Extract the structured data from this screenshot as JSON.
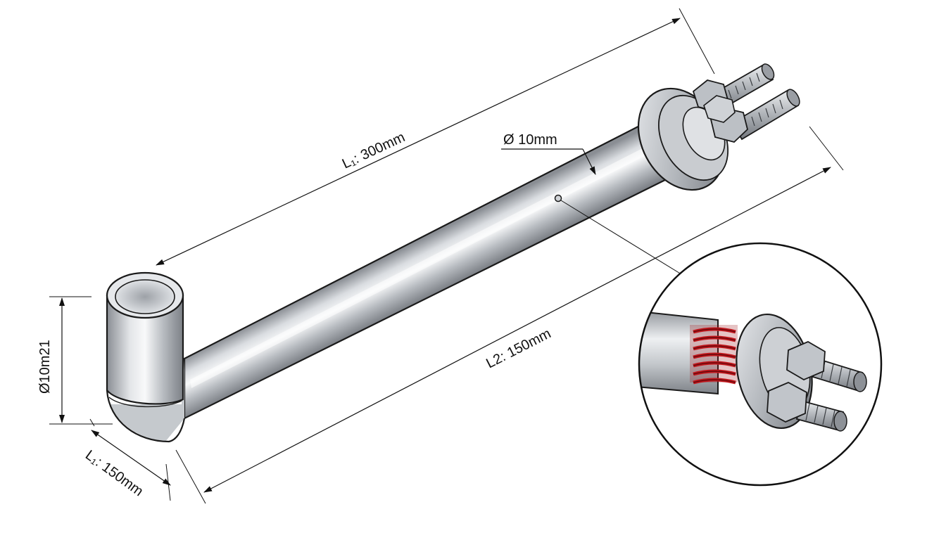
{
  "dimensions": {
    "length_main": "L₁: 300mm",
    "diameter_tube": "Ø 10mm",
    "length_l2": "L2: 150mm",
    "diameter_end": "Ø10m21",
    "length_bend": "L₁: 150mm"
  },
  "colors": {
    "steel_light": "#f2f3f5",
    "steel_mid": "#bfc3c8",
    "steel_dark": "#7d8187",
    "outline": "#1a1a1a",
    "spring": "#c0161c",
    "background": "#ffffff"
  },
  "components": {
    "tube": "bent-steel-tube",
    "flange": "mounting-flange",
    "terminals": "threaded-terminal-studs",
    "detail": "detail-magnifier-circle",
    "spring": "heating-coil-spring"
  }
}
